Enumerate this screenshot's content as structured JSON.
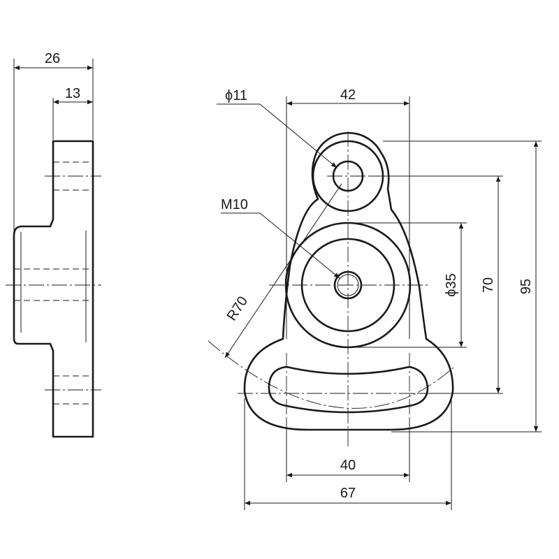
{
  "drawing": {
    "side_view": {
      "overall_thickness": "26",
      "boss_offset": "13"
    },
    "front_view": {
      "small_hole_dia": "ϕ11",
      "top_width": "42",
      "thread": "M10",
      "arc_radius": "R70",
      "boss_dia": "ϕ35",
      "center_distance": "70",
      "overall_height": "95",
      "slot_width": "40",
      "overall_width": "67"
    }
  }
}
